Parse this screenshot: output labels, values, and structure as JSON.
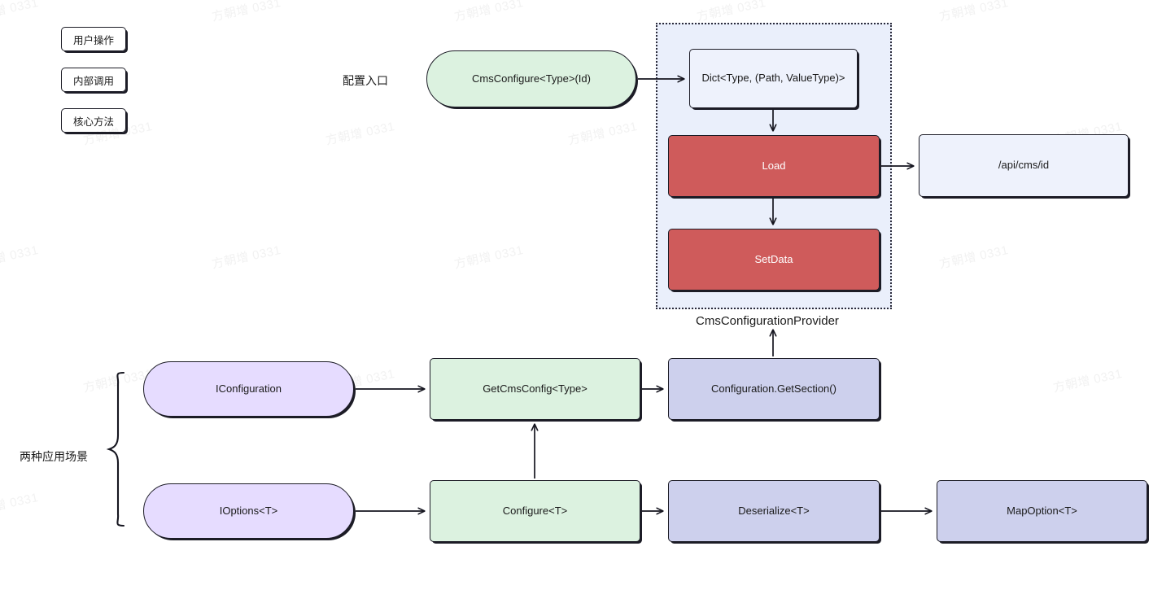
{
  "diagram": {
    "title": "CmsConfigurationProvider flow",
    "watermark_text": "方朝增 0331",
    "colors": {
      "user_action": "#dcf2e0",
      "internal_call": "#cdd0ed",
      "core_method": "#cf5b5b",
      "interface": "#e6dcff",
      "endpoint": "#eef2fc",
      "group_background": "#eaeffb",
      "stroke": "#1c1c26"
    }
  },
  "legend": {
    "items": [
      {
        "label": "用户操作",
        "style": "green"
      },
      {
        "label": "内部调用",
        "style": "lavender"
      },
      {
        "label": "核心方法",
        "style": "red"
      }
    ]
  },
  "labels": {
    "entry_point": "配置入口",
    "provider_caption": "CmsConfigurationProvider",
    "scenarios": "两种应用场景"
  },
  "nodes": {
    "cms_configure": "CmsConfigure<Type>(Id)",
    "dict": "Dict<Type, (Path, ValueType)>",
    "load": "Load",
    "set_data": "SetData",
    "api_endpoint": "/api/cms/id",
    "iconfiguration": "IConfiguration",
    "ioptions": "IOptions<T>",
    "get_cms_config": "GetCmsConfig<Type>",
    "get_section": "Configuration.GetSection()",
    "configure_t": "Configure<T>",
    "deserialize_t": "Deserialize<T>",
    "map_option_t": "MapOption<T>"
  },
  "edges": [
    {
      "from": "cms_configure",
      "to": "dict"
    },
    {
      "from": "dict",
      "to": "load"
    },
    {
      "from": "load",
      "to": "api_endpoint"
    },
    {
      "from": "load",
      "to": "set_data"
    },
    {
      "from": "iconfiguration",
      "to": "get_cms_config"
    },
    {
      "from": "get_cms_config",
      "to": "get_section"
    },
    {
      "from": "get_section",
      "to": "provider_caption"
    },
    {
      "from": "ioptions",
      "to": "configure_t"
    },
    {
      "from": "configure_t",
      "to": "get_cms_config"
    },
    {
      "from": "configure_t",
      "to": "deserialize_t"
    },
    {
      "from": "deserialize_t",
      "to": "map_option_t"
    }
  ]
}
